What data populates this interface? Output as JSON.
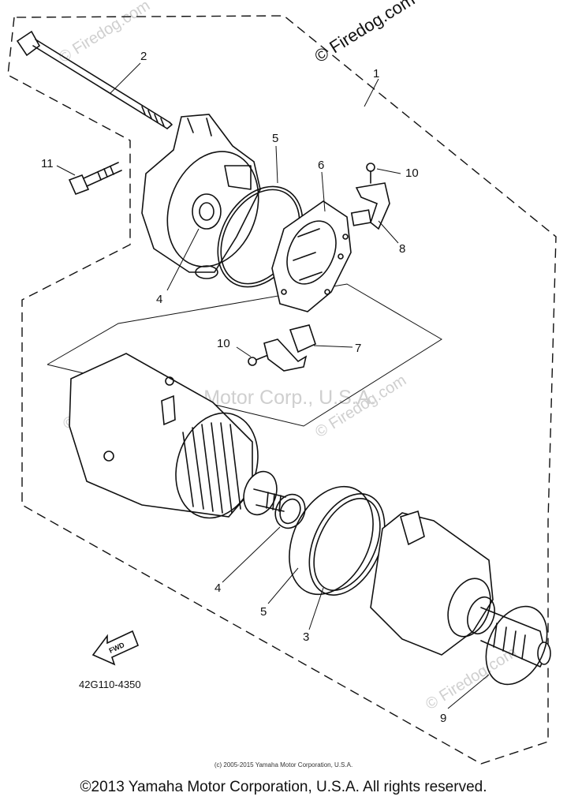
{
  "watermarks": {
    "corner": "© Firedog.com",
    "mid_left": "© Firedog.com",
    "mid_right": "© Firedog.com",
    "bottom_right": "© Firedog.com",
    "top_left": "© Firedog.com",
    "center": "Yamaha Motor Corp., U.S.A."
  },
  "labels": {
    "p1": "1",
    "p2": "2",
    "p3": "3",
    "p4a": "4",
    "p4b": "4",
    "p5a": "5",
    "p5b": "5",
    "p6": "6",
    "p7": "7",
    "p8": "8",
    "p9": "9",
    "p10a": "10",
    "p10b": "10",
    "p11": "11"
  },
  "fwd_label": "FWD",
  "part_code": "42G110-4350",
  "copyright_small": "(c) 2005-2015 Yamaha Motor Corporation, U.S.A.",
  "copyright_main": "©2013 Yamaha Motor Corporation, U.S.A. All rights reserved."
}
